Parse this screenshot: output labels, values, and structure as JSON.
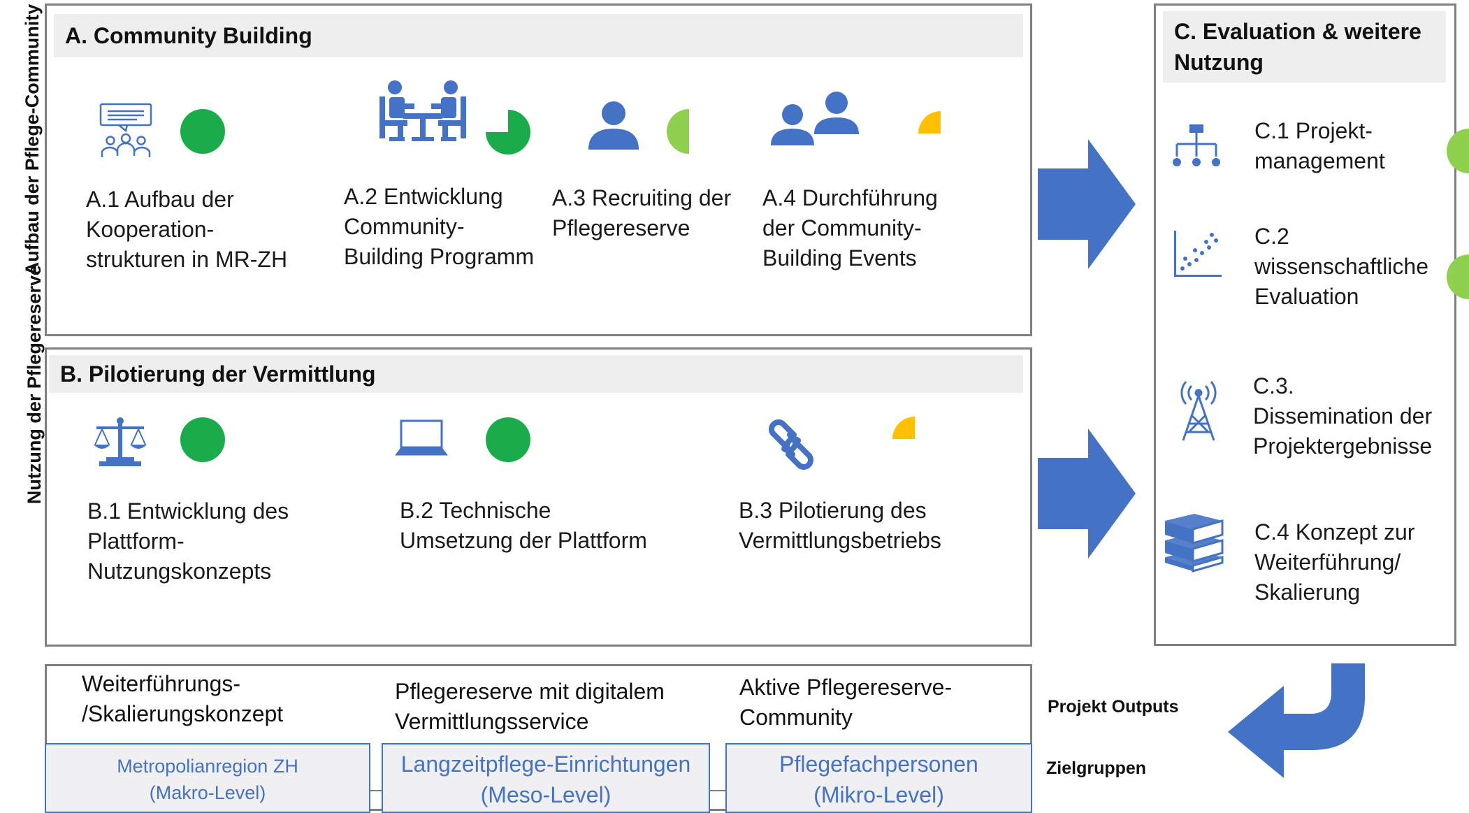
{
  "left_labels": {
    "top": "Aufbau der Pflege-Community",
    "bottom": "Nutzung der Pflegereserve"
  },
  "section_a": {
    "title": "A. Community Building",
    "items": [
      {
        "text": "A.1 Aufbau der\nKooperation-\nstrukturen in MR-ZH",
        "icon": "meeting-icon",
        "progress": 1.0,
        "color": "#1aab4a"
      },
      {
        "text": "A.2 Entwicklung\nCommunity-\nBuilding Programm",
        "icon": "team-table-icon",
        "progress": 0.75,
        "color": "#1aab4a"
      },
      {
        "text": "A.3 Recruiting der\nPflegereserve",
        "icon": "person-icon",
        "progress": 0.5,
        "color": "#8fd14f"
      },
      {
        "text": "A.4 Durchführung\nder Community-\nBuilding Events",
        "icon": "people-icon",
        "progress": 0.25,
        "color": "#ffc000"
      }
    ]
  },
  "section_b": {
    "title": "B. Pilotierung der Vermittlung",
    "items": [
      {
        "text": "B.1 Entwicklung des\nPlattform-\nNutzungskonzepts",
        "icon": "scales-icon",
        "progress": 1.0,
        "color": "#1aab4a"
      },
      {
        "text": "B.2 Technische\nUmsetzung der Plattform",
        "icon": "laptop-icon",
        "progress": 1.0,
        "color": "#1aab4a"
      },
      {
        "text": "B.3 Pilotierung des\nVermittlungsbetriebs",
        "icon": "link-icon",
        "progress": 0.25,
        "color": "#ffc000"
      }
    ]
  },
  "section_c": {
    "title": "C. Evaluation & weitere\nNutzung",
    "items": [
      {
        "text": "C.1 Projekt-\nmanagement",
        "icon": "hierarchy-icon",
        "progress": 0.5,
        "color": "#8fd14f"
      },
      {
        "text": "C.2\nwissenschaftliche\nEvaluation",
        "icon": "scatter-chart-icon",
        "progress": 0.5,
        "color": "#8fd14f"
      },
      {
        "text": "C.3.\nDissemination der\nProjektergebnisse",
        "icon": "antenna-icon"
      },
      {
        "text": "C.4 Konzept zur\nWeiterführung/\nSkalierung",
        "icon": "books-icon"
      }
    ]
  },
  "outputs": [
    "Weiterführungs-\n/Skalierungskonzept",
    "Pflegereserve mit digitalem\nVermittlungsservice",
    "Aktive Pflegereserve-\nCommunity"
  ],
  "target_groups": [
    "Metropolianregion ZH\n(Makro-Level)",
    "Langzeitpflege-Einrichtungen\n(Meso-Level)",
    "Pflegefachpersonen\n(Mikro-Level)"
  ],
  "side_labels": {
    "outputs": "Projekt Outputs",
    "targets": "Zielgruppen"
  },
  "colors": {
    "icon_blue": "#4472c4",
    "full_green": "#1aab4a",
    "half_green": "#8fd14f",
    "quarter_yellow": "#ffc000"
  }
}
